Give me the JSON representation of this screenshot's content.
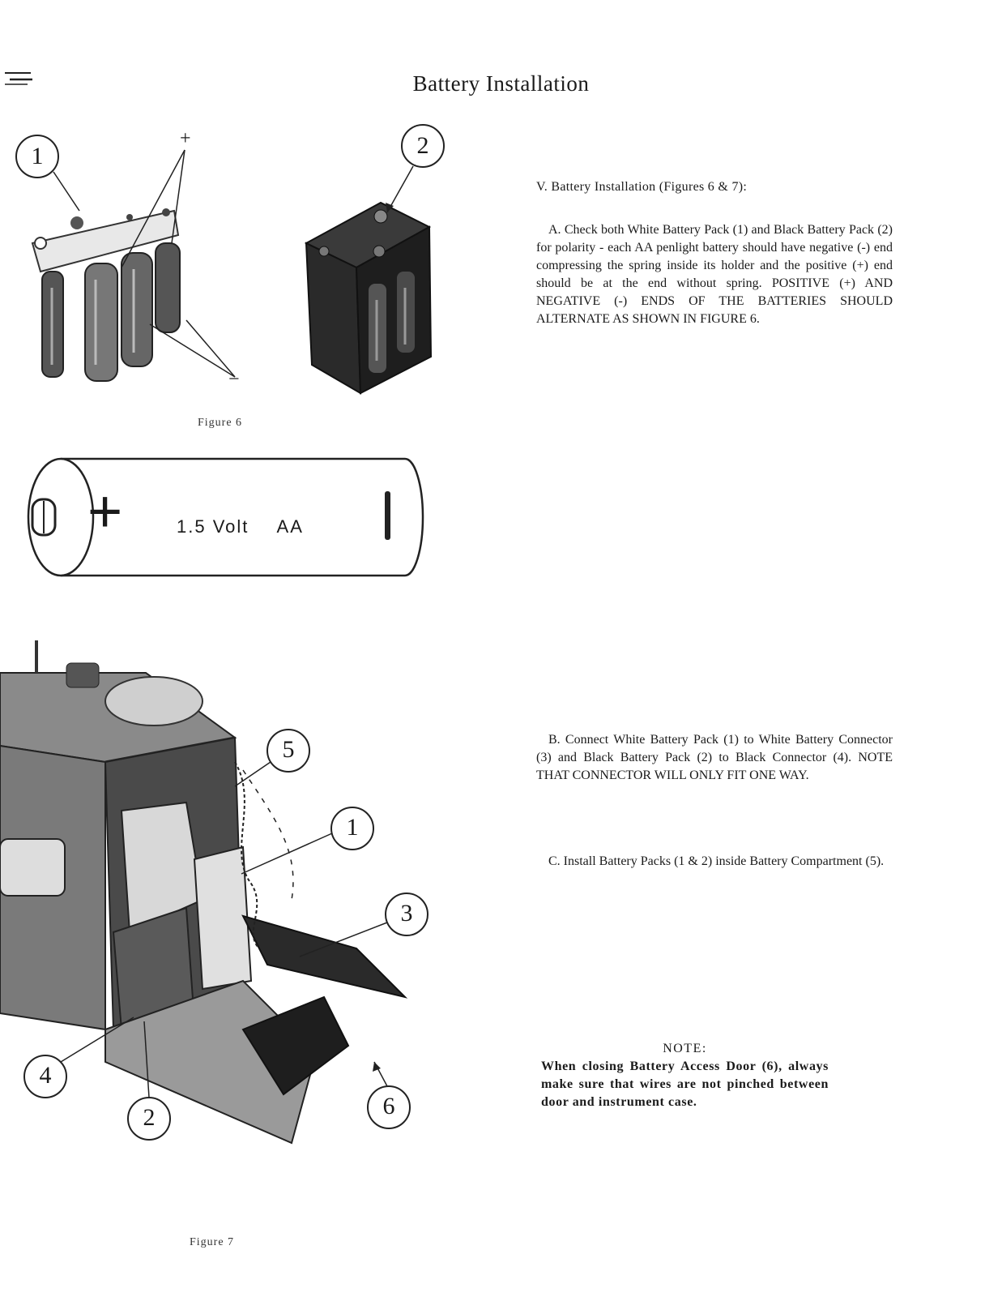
{
  "page": {
    "title": "Battery Installation"
  },
  "section": {
    "heading": "V. Battery Installation (Figures 6 & 7):",
    "para_a": "A. Check both White Battery Pack (1) and Black Battery Pack (2) for polarity - each AA penlight battery should have negative (-) end compressing the spring inside its holder and the positive (+) end should be at the end without spring. POSITIVE (+) AND NEGATIVE (-) ENDS OF THE BATTERIES SHOULD ALTERNATE AS SHOWN IN FIGURE 6.",
    "para_b": "B. Connect White Battery Pack (1) to White Battery Connector (3) and Black Battery Pack (2) to Black Connector (4). NOTE THAT CONNECTOR WILL ONLY FIT ONE WAY.",
    "para_c": "C. Install Battery Packs (1 & 2) inside Battery Compartment (5)."
  },
  "note": {
    "title": "NOTE:",
    "body": "When closing Battery Access Door (6), always make sure that wires are not pinched between door and instrument case."
  },
  "figure6": {
    "caption": "Figure 6",
    "plus": "+",
    "minus": "−",
    "callout_1": "1",
    "callout_2": "2"
  },
  "battery": {
    "plus": "+",
    "voltage": "1.5 Volt",
    "size": "AA"
  },
  "figure7": {
    "caption": "Figure 7",
    "callout_1": "1",
    "callout_2": "2",
    "callout_3": "3",
    "callout_4": "4",
    "callout_5": "5",
    "callout_6": "6"
  },
  "colors": {
    "ink": "#1a1a1a",
    "paper": "#ffffff"
  }
}
